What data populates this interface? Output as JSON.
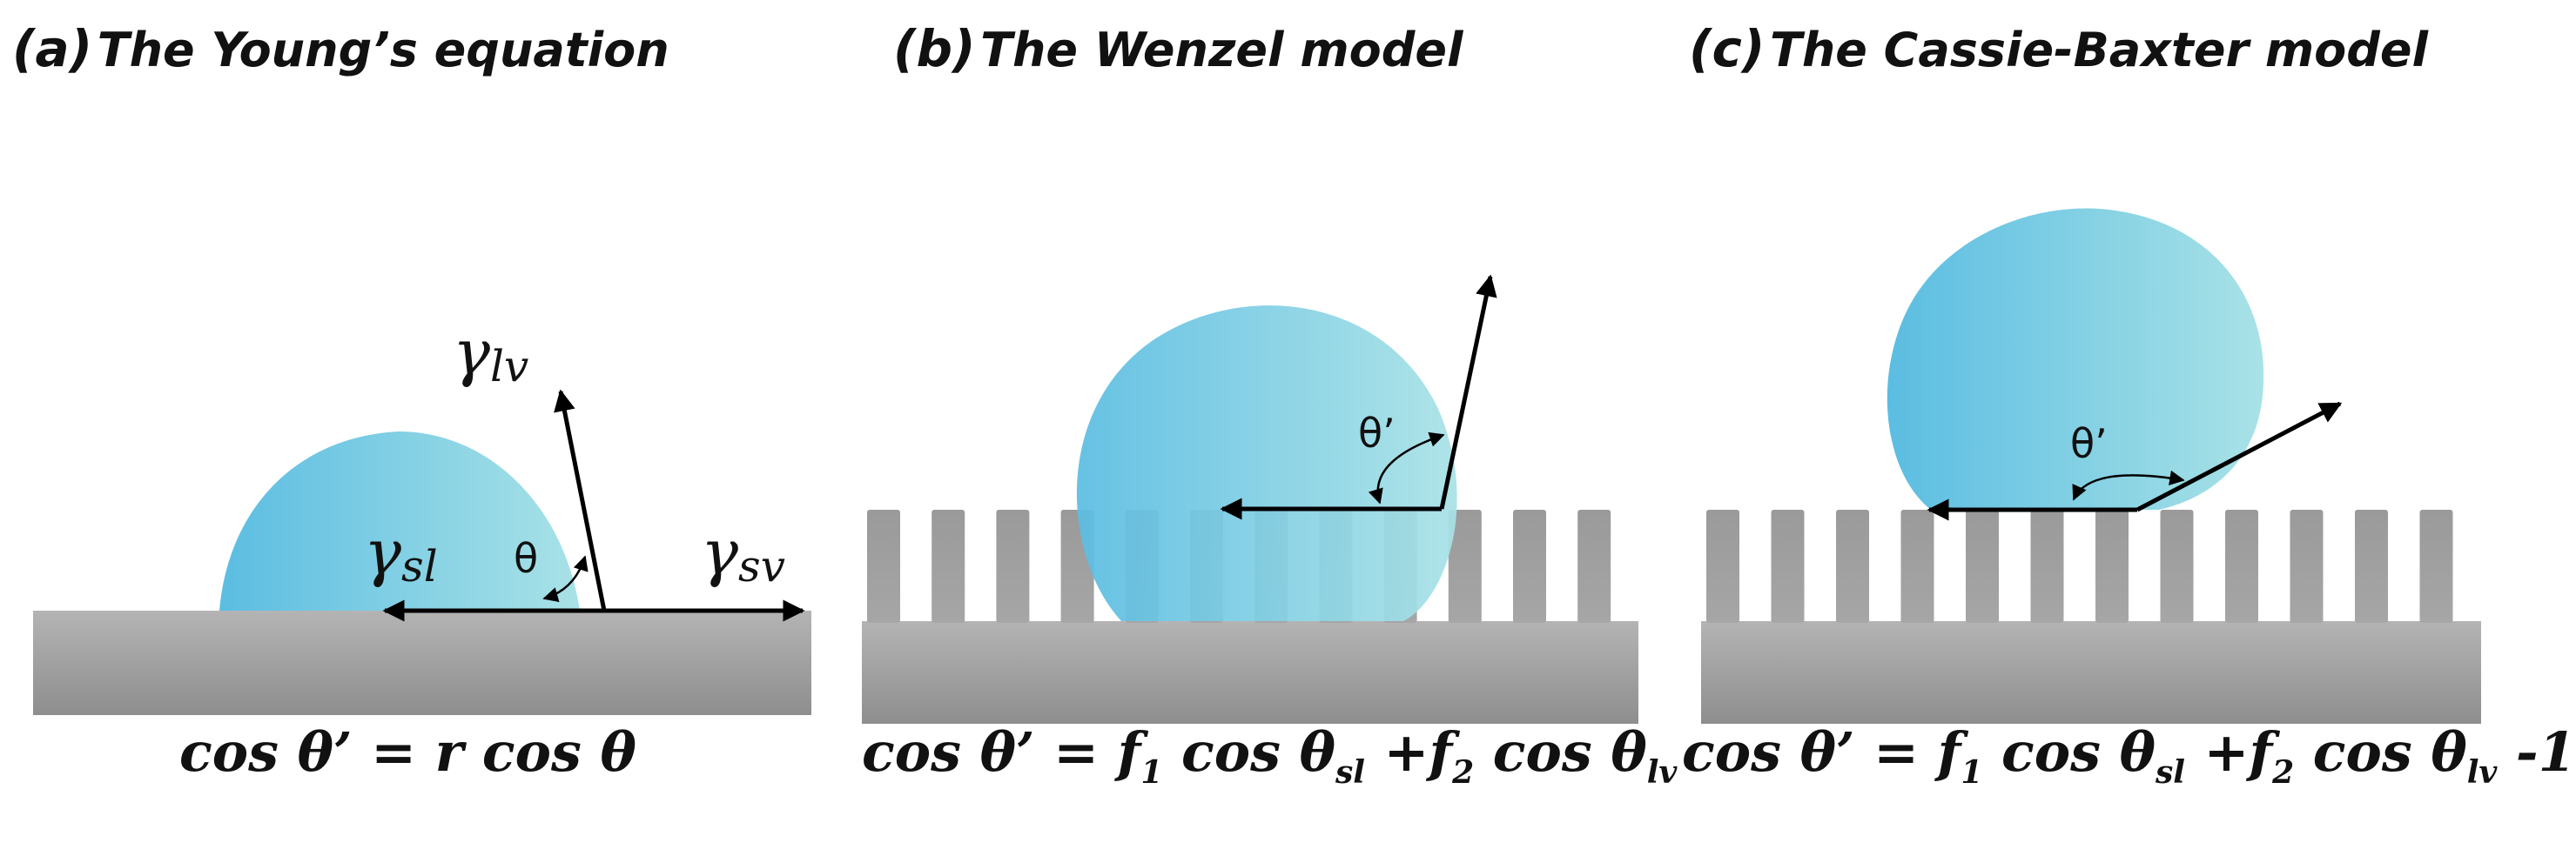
{
  "panels": [
    {
      "label": "(a)",
      "title": "The Young’s equation"
    },
    {
      "label": "(b)",
      "title": "The Wenzel model"
    },
    {
      "label": "(c)",
      "title": "The Cassie-Baxter model"
    }
  ],
  "young": {
    "gamma": "γ",
    "sub_lv": "lv",
    "sub_sl": "sl",
    "sub_sv": "sv",
    "angle": "θ"
  },
  "wenzel": {
    "angle": "θ’"
  },
  "cassie": {
    "angle": "θ’"
  },
  "equations": {
    "a": "cos θ’ = r cos θ",
    "b": {
      "lhs": "cos θ’ = ",
      "f1": "f",
      "f1_sub": "1",
      "cos1": " cos θ",
      "sl": "sl",
      "plus": " +",
      "f2": "f",
      "f2_sub": "2",
      "cos2": " cos θ",
      "lv": "lv"
    },
    "c": {
      "lhs": "cos θ’ = ",
      "f1": "f",
      "f1_sub": "1",
      "cos1": " cos θ",
      "sl": "sl",
      "plus": " +",
      "f2": "f",
      "f2_sub": "2",
      "cos2": " cos θ",
      "lv": "lv",
      "tail": " -1"
    }
  },
  "colors": {
    "drop_left": "#5bbde2",
    "drop_right": "#a9e2e6",
    "substrate_top": "#b4b4b4",
    "substrate_bottom": "#8e8e8e",
    "arrow": "#000000"
  }
}
